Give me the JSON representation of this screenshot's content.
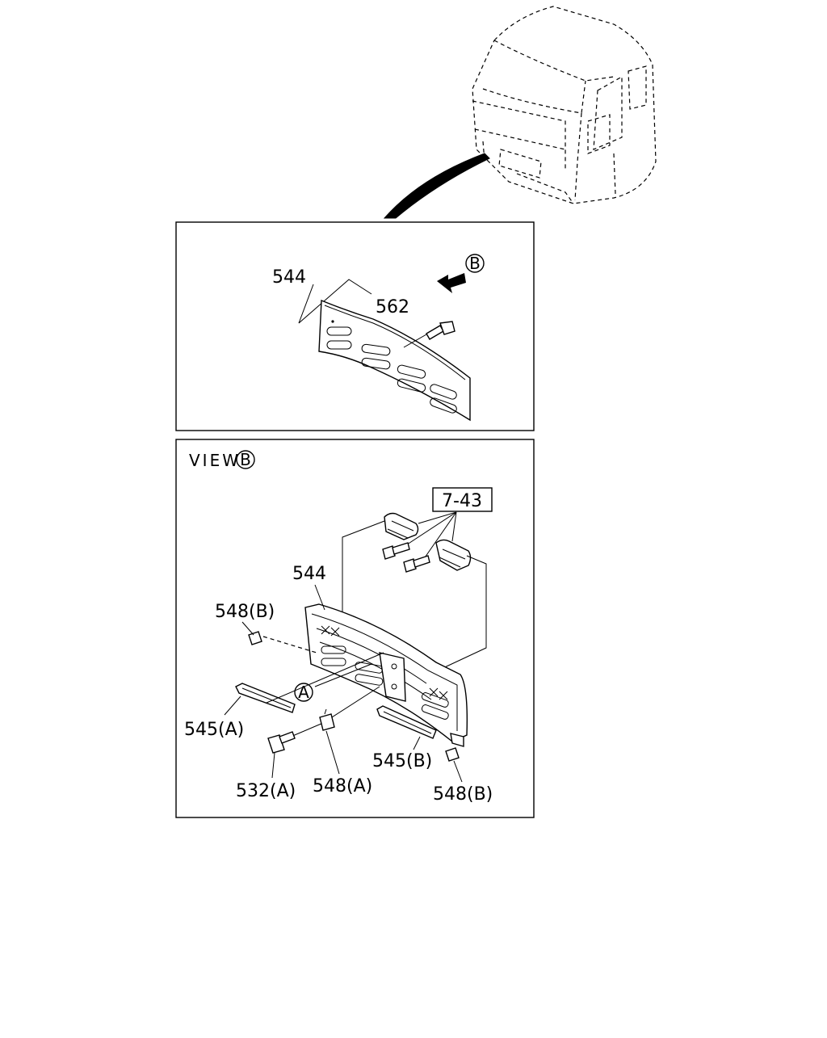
{
  "callouts": {
    "upper": {
      "grille": "544",
      "bolt": "562",
      "view_marker": "B"
    },
    "lower": {
      "view_label": "VIEW",
      "view_marker": "B",
      "ref_box": "7-43",
      "grille": "544",
      "clip_b_left": "548(B)",
      "seal_a": "545(A)",
      "bolt_a": "532(A)",
      "clip_a": "548(A)",
      "seal_b": "545(B)",
      "clip_b_right": "548(B)",
      "point_marker": "A"
    }
  },
  "colors": {
    "line": "#000000",
    "background": "#ffffff"
  }
}
